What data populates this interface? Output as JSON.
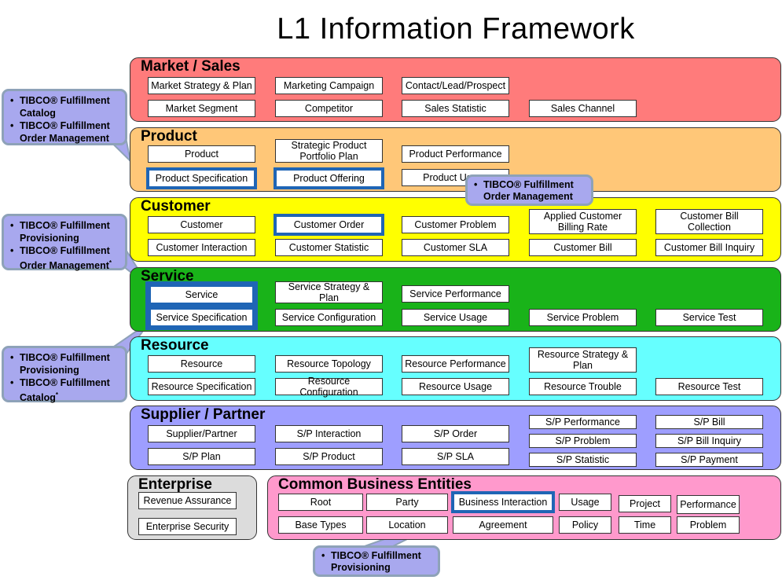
{
  "title": "L1 Information Framework",
  "domains": {
    "market": {
      "name": "Market / Sales",
      "entities": [
        "Market Strategy & Plan",
        "Marketing Campaign",
        "Contact/Lead/Prospect",
        "Market Segment",
        "Competitor",
        "Sales Statistic",
        "Sales Channel"
      ]
    },
    "product": {
      "name": "Product",
      "entities": [
        "Product",
        "Strategic Product Portfolio Plan",
        "Product Performance",
        "Product Specification",
        "Product Offering",
        "Product Usage"
      ]
    },
    "customer": {
      "name": "Customer",
      "entities": [
        "Customer",
        "Customer Order",
        "Customer Problem",
        "Applied Customer Billing Rate",
        "Customer Bill Collection",
        "Customer Interaction",
        "Customer Statistic",
        "Customer SLA",
        "Customer Bill",
        "Customer Bill Inquiry"
      ]
    },
    "service": {
      "name": "Service",
      "entities": [
        "Service",
        "Service Strategy & Plan",
        "Service Performance",
        "Service Specification",
        "Service Configuration",
        "Service Usage",
        "Service Problem",
        "Service Test"
      ]
    },
    "resource": {
      "name": "Resource",
      "entities": [
        "Resource",
        "Resource Topology",
        "Resource Performance",
        "Resource Strategy & Plan",
        "Resource Specification",
        "Resource Configuration",
        "Resource Usage",
        "Resource Trouble",
        "Resource Test"
      ]
    },
    "supplier": {
      "name": "Supplier / Partner",
      "entities": [
        "S/P Performance",
        "S/P Bill",
        "Supplier/Partner",
        "S/P Interaction",
        "S/P Order",
        "S/P Problem",
        "S/P Bill Inquiry",
        "S/P Statistic",
        "S/P Payment",
        "S/P Plan",
        "S/P Product",
        "S/P SLA"
      ]
    },
    "enterprise": {
      "name": "Enterprise",
      "entities": [
        "Revenue Assurance",
        "Enterprise Security"
      ]
    },
    "cbe": {
      "name": "Common Business Entities",
      "entities": [
        "Root",
        "Party",
        "Business Interaction",
        "Usage",
        "Project",
        "Performance",
        "Base Types",
        "Location",
        "Agreement",
        "Policy",
        "Time",
        "Problem"
      ]
    }
  },
  "callouts": {
    "product": [
      "TIBCO® Fulfillment Catalog",
      "TIBCO® Fulfillment Order Management"
    ],
    "customer_order": [
      "TIBCO® Fulfillment Order Management"
    ],
    "customer": [
      "TIBCO® Fulfillment Provisioning",
      "TIBCO® Fulfillment Order Management"
    ],
    "resource": [
      "TIBCO® Fulfillment Provisioning",
      "TIBCO® Fulfillment Catalog"
    ],
    "cbe": [
      "TIBCO® Fulfillment Provisioning"
    ]
  },
  "footnote_mark": "*",
  "colors": {
    "market": "#ff7b7b",
    "product": "#ffc778",
    "customer": "#ffff00",
    "service": "#19b319",
    "resource": "#66ffff",
    "supplier": "#9e9eff",
    "enterprise": "#dcdcdc",
    "cbe": "#ff99cc",
    "highlight": "#1f65b5",
    "callout": "#a8a8ee"
  }
}
